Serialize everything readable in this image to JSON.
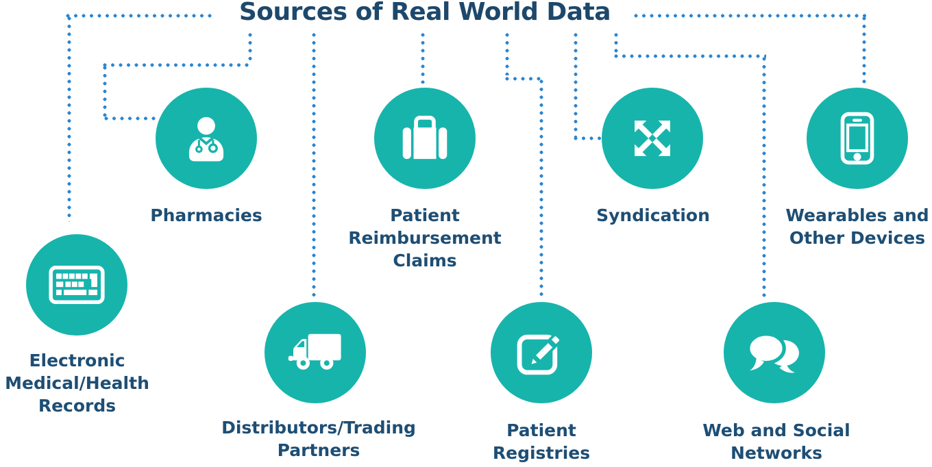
{
  "title": "Sources of Real World Data",
  "colors": {
    "circle_teal": "#17b4ac",
    "text_navy": "#1e4e74",
    "dot_blue": "#2b86d1",
    "background": "#ffffff"
  },
  "nodes": [
    {
      "label": "Electronic\nMedical/Health\nRecords",
      "icon": "keyboard-icon"
    },
    {
      "label": "Pharmacies",
      "icon": "doctor-icon"
    },
    {
      "label": "Distributors/Trading\nPartners",
      "icon": "truck-icon"
    },
    {
      "label": "Patient\nReimbursement\nClaims",
      "icon": "briefcase-icon"
    },
    {
      "label": "Patient\nRegistries",
      "icon": "edit-icon"
    },
    {
      "label": "Syndication",
      "icon": "expand-arrows-icon"
    },
    {
      "label": "Web and Social\nNetworks",
      "icon": "comments-icon"
    },
    {
      "label": "Wearables and\nOther Devices",
      "icon": "mobile-icon"
    }
  ]
}
